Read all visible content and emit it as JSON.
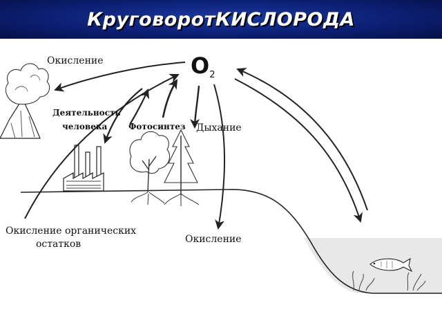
{
  "title": {
    "part1": "Круговорот",
    "part2": "КИСЛОРОДА"
  },
  "center": {
    "symbol": "O",
    "subscript": "2"
  },
  "labels": {
    "oxidation_top": "Окисление",
    "human_activity_line1": "Деятельность",
    "human_activity_line2": "человека",
    "photosynthesis": "Фотосинтез",
    "respiration": "Дыхание",
    "organic_oxidation_line1": "Окисление органических",
    "organic_oxidation_line2": "остатков",
    "oxidation_bottom": "Окисление"
  },
  "colors": {
    "title_bg": "#0c1f74",
    "title_text": "#ffffff",
    "water": "#eaeaea",
    "ink": "#222222"
  }
}
